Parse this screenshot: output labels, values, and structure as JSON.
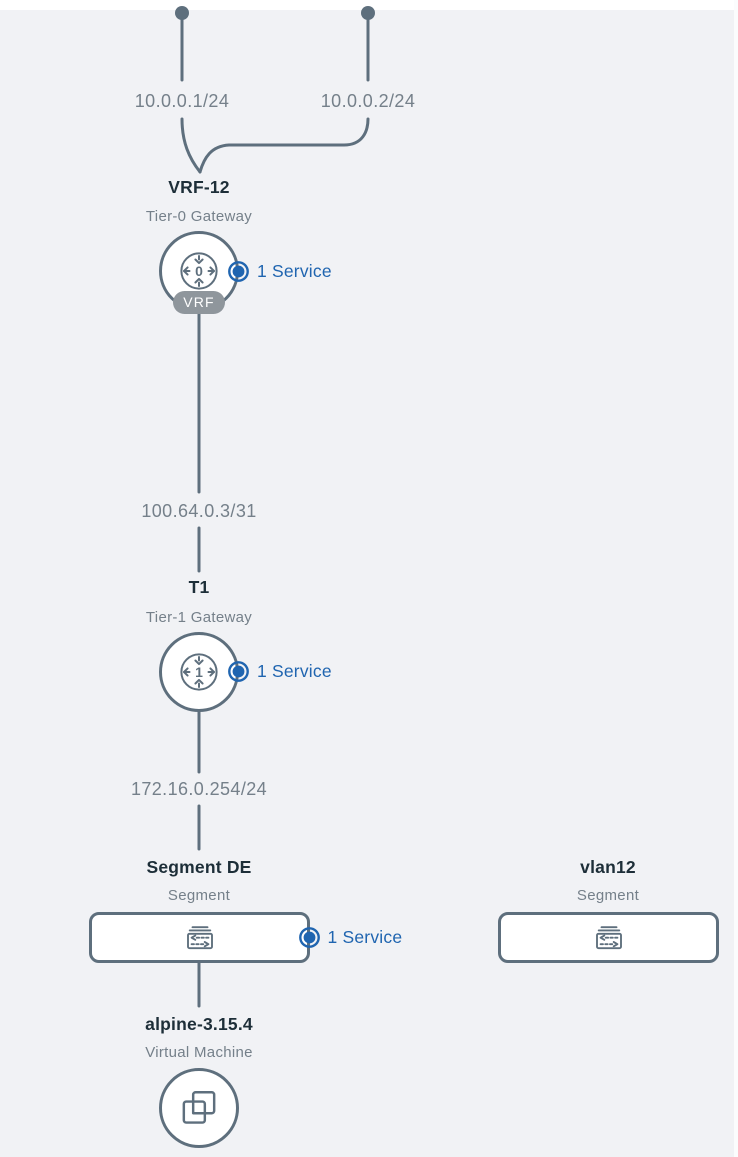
{
  "colors": {
    "accent_blue": "#2065b0",
    "slate": "#5e6f7d",
    "background": "#f1f2f5",
    "title_text": "#1d2e38",
    "muted_text": "#75808a",
    "badge_gray": "#8f969c"
  },
  "uplinks": [
    {
      "ip": "10.0.0.1/24"
    },
    {
      "ip": "10.0.0.2/24"
    }
  ],
  "tier0": {
    "title": "VRF-12",
    "subtitle": "Tier-0 Gateway",
    "badge": "VRF",
    "icon": "tier0-gateway-icon",
    "icon_digit": "0",
    "service_label": "1 Service"
  },
  "link_t0_t1": {
    "ip": "100.64.0.3/31"
  },
  "tier1": {
    "title": "T1",
    "subtitle": "Tier-1 Gateway",
    "icon": "tier1-gateway-icon",
    "icon_digit": "1",
    "service_label": "1 Service"
  },
  "link_t1_segment": {
    "ip": "172.16.0.254/24"
  },
  "segments": [
    {
      "title": "Segment DE",
      "subtitle": "Segment",
      "icon": "segment-icon",
      "service_label": "1 Service"
    },
    {
      "title": "vlan12",
      "subtitle": "Segment",
      "icon": "segment-icon"
    }
  ],
  "vm": {
    "title": "alpine-3.15.4",
    "subtitle": "Virtual Machine",
    "icon": "virtual-machine-icon"
  }
}
